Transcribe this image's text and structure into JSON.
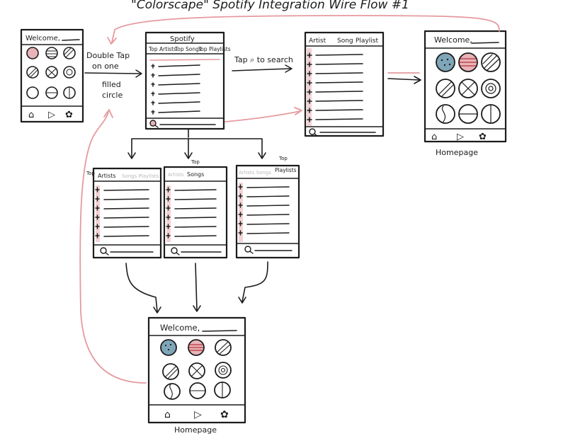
{
  "title": "\"Colorscape\" Spotify Integration Wire Flow #1",
  "screens": {
    "home_start": {
      "header": "Welcome,"
    },
    "spotify": {
      "header": "Spotify",
      "tabs": [
        "Top Artists",
        "Top Songs",
        "Top Playlists"
      ]
    },
    "search": {
      "tabs": [
        "Artist",
        "Song",
        "Playlist"
      ]
    },
    "home_end": {
      "header": "Welcome,",
      "caption": "Homepage"
    },
    "top_artists": {
      "tab_active": "Artists",
      "tab_rest": "Songs Playlists",
      "tag": "Top"
    },
    "top_songs": {
      "tab_active": "Songs",
      "tab_rest": "Artists",
      "tag": "Top"
    },
    "top_playlists": {
      "tab_active": "Playlists",
      "tab_rest": "Artists Songs",
      "tag": "Top"
    },
    "home_bottom": {
      "header": "Welcome,",
      "caption": "Homepage"
    }
  },
  "annotations": {
    "double_tap": [
      "Double Tap",
      "on one",
      "filled",
      "circle"
    ],
    "tap_search": "Tap ⌕ to search"
  },
  "colors": {
    "ink": "#1c1c1c",
    "pink_line": "#e59a9f",
    "pink_fill": "#e8b4b8",
    "blue_fill": "#7fa6b8",
    "red_stripe": "#c0474f"
  }
}
